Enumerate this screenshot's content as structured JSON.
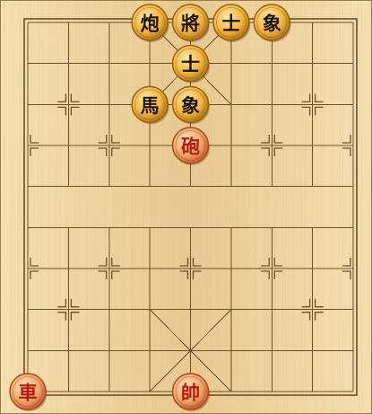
{
  "board": {
    "files": 9,
    "ranks": 10,
    "colors": {
      "wood_light": "#f4dfb0",
      "wood_dark": "#e6c98f",
      "grain": "#dcbd83",
      "line": "#6b4f2a",
      "frame": "#9c7a45"
    }
  },
  "colors": {
    "black_piece_text": "#1d1206",
    "red_piece_text": "#b51a0a",
    "black_piece_face": "#f2b43a",
    "black_piece_rim": "#9a5f10",
    "red_piece_face": "#f0a86a",
    "red_piece_rim": "#b5461a"
  },
  "pieces": [
    {
      "label": "炮",
      "side": "black",
      "file": 3,
      "rank": 0,
      "name": "black-cannon"
    },
    {
      "label": "將",
      "side": "black",
      "file": 4,
      "rank": 0,
      "name": "black-general"
    },
    {
      "label": "士",
      "side": "black",
      "file": 5,
      "rank": 0,
      "name": "black-advisor"
    },
    {
      "label": "象",
      "side": "black",
      "file": 6,
      "rank": 0,
      "name": "black-elephant"
    },
    {
      "label": "士",
      "side": "black",
      "file": 4,
      "rank": 1,
      "name": "black-advisor"
    },
    {
      "label": "馬",
      "side": "black",
      "file": 3,
      "rank": 2,
      "name": "black-horse"
    },
    {
      "label": "象",
      "side": "black",
      "file": 4,
      "rank": 2,
      "name": "black-elephant"
    },
    {
      "label": "砲",
      "side": "red",
      "file": 4,
      "rank": 3,
      "name": "red-cannon"
    },
    {
      "label": "車",
      "side": "red",
      "file": 0,
      "rank": 9,
      "name": "red-chariot"
    },
    {
      "label": "帥",
      "side": "red",
      "file": 4,
      "rank": 9,
      "name": "red-general"
    }
  ]
}
